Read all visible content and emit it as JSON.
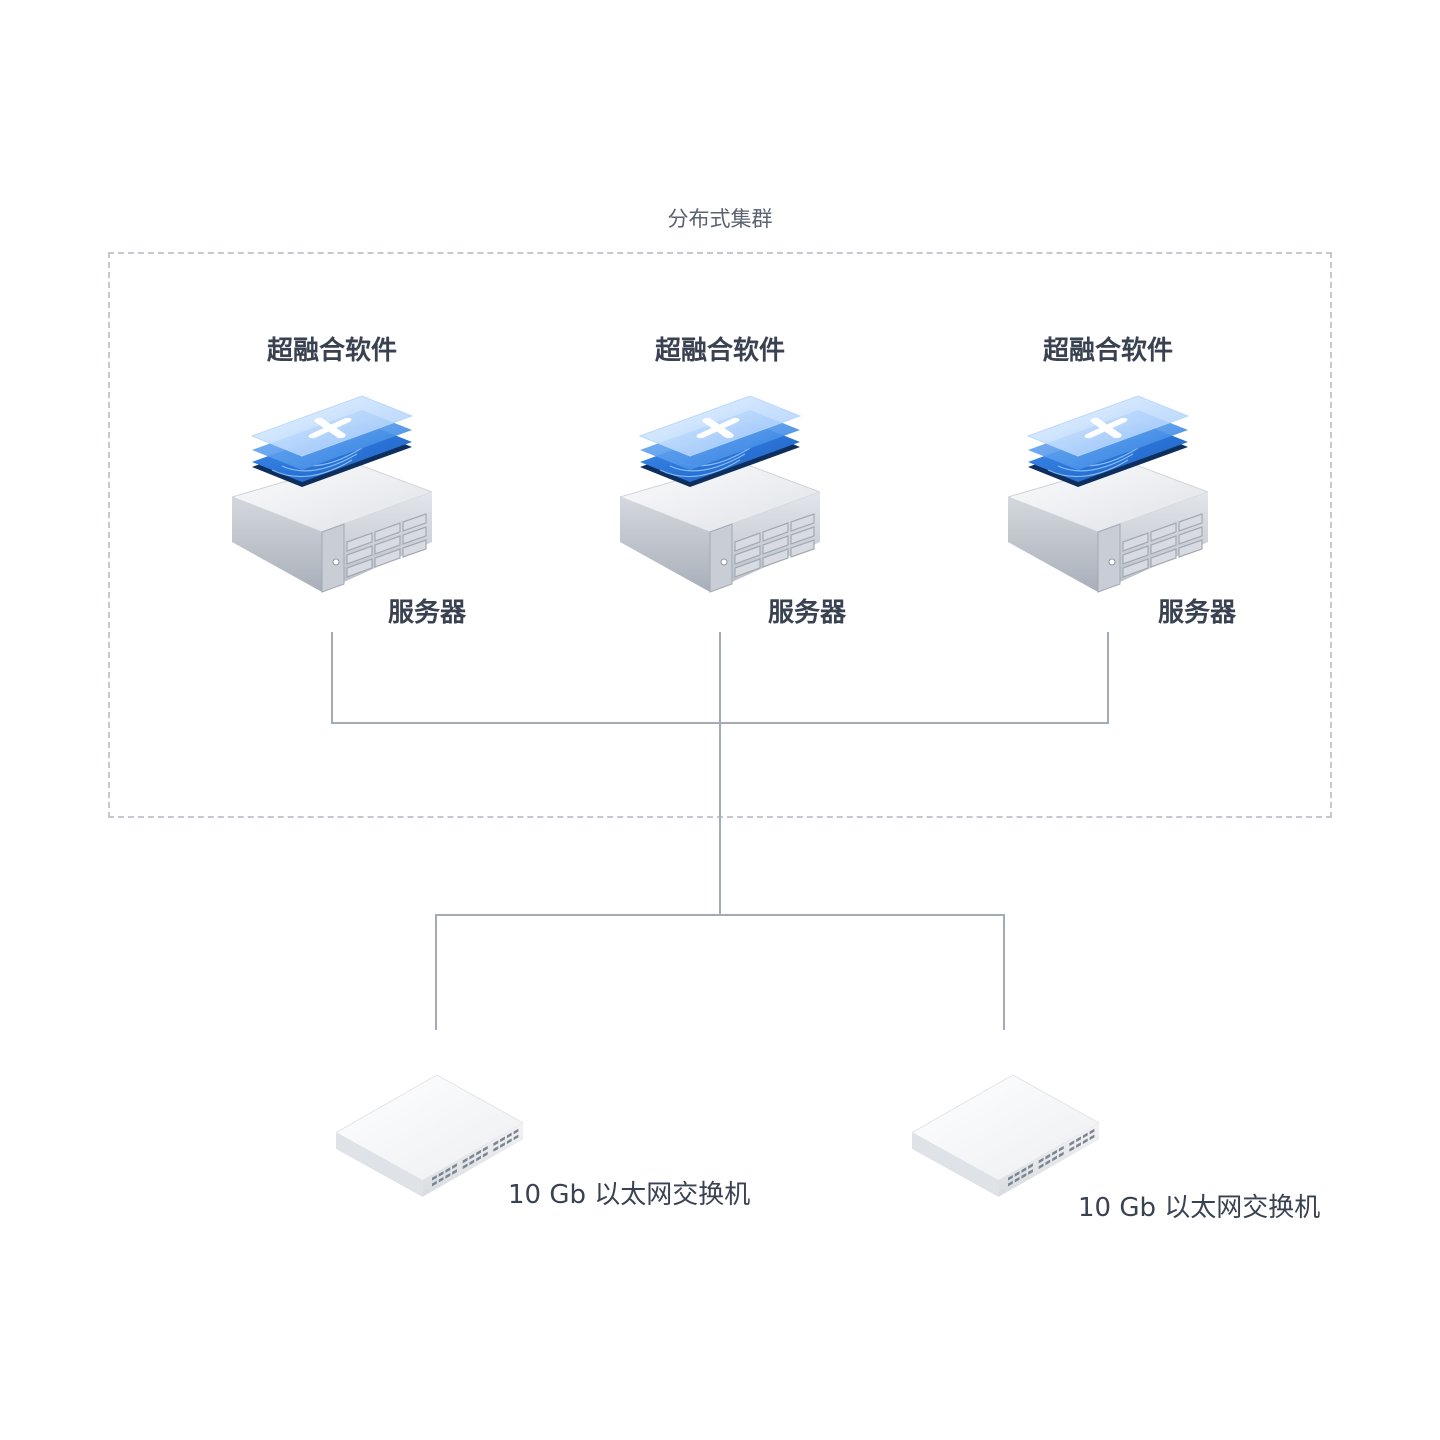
{
  "cluster": {
    "title": "分布式集群"
  },
  "nodes": [
    {
      "software_label": "超融合软件",
      "server_label": "服务器"
    },
    {
      "software_label": "超融合软件",
      "server_label": "服务器"
    },
    {
      "software_label": "超融合软件",
      "server_label": "服务器"
    }
  ],
  "switches": [
    {
      "label": "10 Gb 以太网交换机"
    },
    {
      "label": "10 Gb 以太网交换机"
    }
  ],
  "colors": {
    "connector_line": "#a4abb8",
    "cluster_border": "#c4c8d0",
    "software_blue": "#2f7fe0",
    "text_dark": "#3a4252"
  },
  "icons": {
    "server": "server-icon",
    "software": "software-layers-icon",
    "switch": "network-switch-icon"
  }
}
